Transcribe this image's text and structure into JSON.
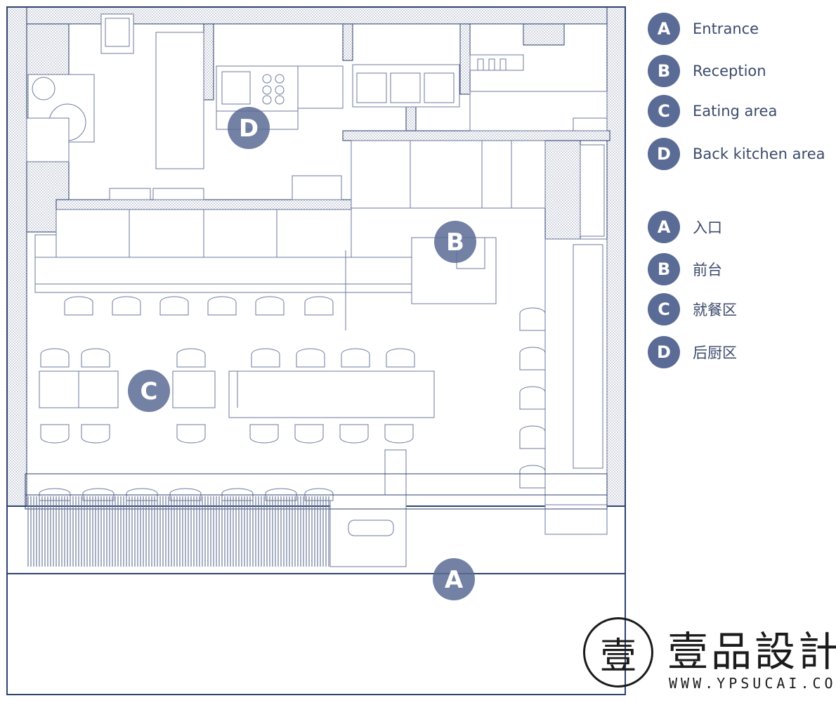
{
  "zone_markers": [
    {
      "letter": "D",
      "zone": "back-kitchen"
    },
    {
      "letter": "B",
      "zone": "reception"
    },
    {
      "letter": "C",
      "zone": "eating-area"
    },
    {
      "letter": "A",
      "zone": "entrance"
    }
  ],
  "legend_en": [
    {
      "letter": "A",
      "label": "Entrance"
    },
    {
      "letter": "B",
      "label": "Reception"
    },
    {
      "letter": "C",
      "label": "Eating area"
    },
    {
      "letter": "D",
      "label": "Back kitchen area"
    }
  ],
  "legend_zh": [
    {
      "letter": "A",
      "label": "入口"
    },
    {
      "letter": "B",
      "label": "前台"
    },
    {
      "letter": "C",
      "label": "就餐区"
    },
    {
      "letter": "D",
      "label": "后厨区"
    }
  ],
  "logo": {
    "mark": "壹",
    "name": "壹品設計",
    "url": "WWW.YPSUCAI.COM"
  },
  "colors": {
    "line": "#2f4270",
    "wall_hatch": "#c9cfdc",
    "marker": "#5a6b95"
  }
}
